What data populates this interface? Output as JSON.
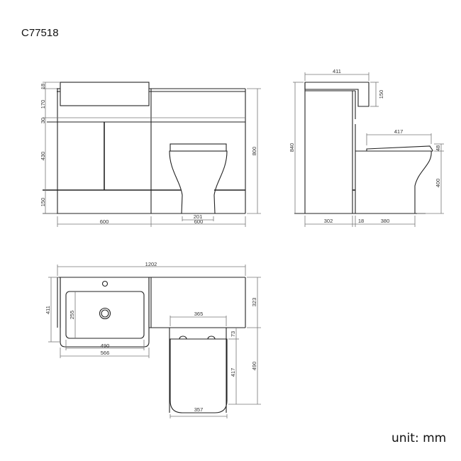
{
  "header": {
    "model_code": "C77518"
  },
  "footer": {
    "unit_label": "unit: mm"
  },
  "front_view": {
    "heights": {
      "h18": "18",
      "h170": "170",
      "h30": "30",
      "h430": "430",
      "h150": "150"
    },
    "total_height": "800",
    "vanity_width": "600",
    "wc_unit_width": "600",
    "pan_base_width": "201"
  },
  "side_view": {
    "top_depth": "411",
    "basin_lip": "150",
    "total_height": "840",
    "seat_length": "417",
    "seat_thickness": "48",
    "pan_height": "400",
    "cabinet_depth": "302",
    "panel_thickness": "18",
    "pan_projection": "380"
  },
  "plan_view": {
    "overall_width": "1202",
    "basin_depth": "411",
    "bowl_depth": "255",
    "bowl_width": "490",
    "basin_width": "566",
    "wc_unit_depth": "323",
    "pan_width_top": "365",
    "pan_gap": "73",
    "seat_depth": "417",
    "pan_total_depth": "490",
    "seat_width": "357"
  }
}
